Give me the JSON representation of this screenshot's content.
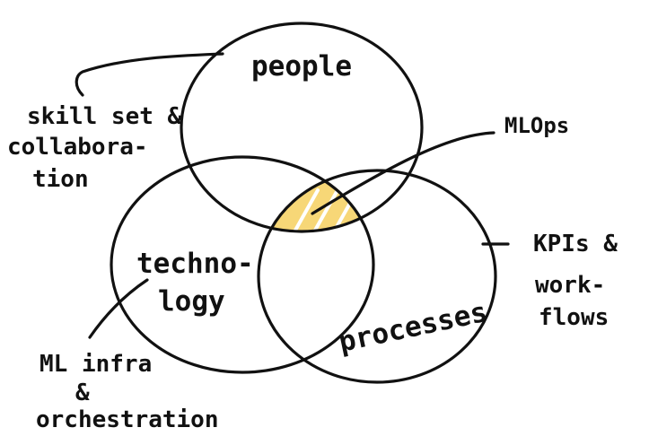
{
  "diagram": {
    "colors": {
      "ink": "#111111",
      "highlight": "#f7d777",
      "hatch": "#ffffff",
      "background": "#ffffff"
    },
    "sets": {
      "people": "people",
      "technology_line1": "techno-",
      "technology_line2": "logy",
      "processes": "processes"
    },
    "intersection": {
      "label": "MLOps"
    },
    "annotations": {
      "people_line1": "skill set &",
      "people_line2": "collabora-",
      "people_line3": "tion",
      "technology_line1": "ML infra",
      "technology_line2": "&",
      "technology_line3": "orchestration",
      "processes_line1": "KPIs &",
      "processes_line2": "work-",
      "processes_line3": "flows"
    }
  }
}
